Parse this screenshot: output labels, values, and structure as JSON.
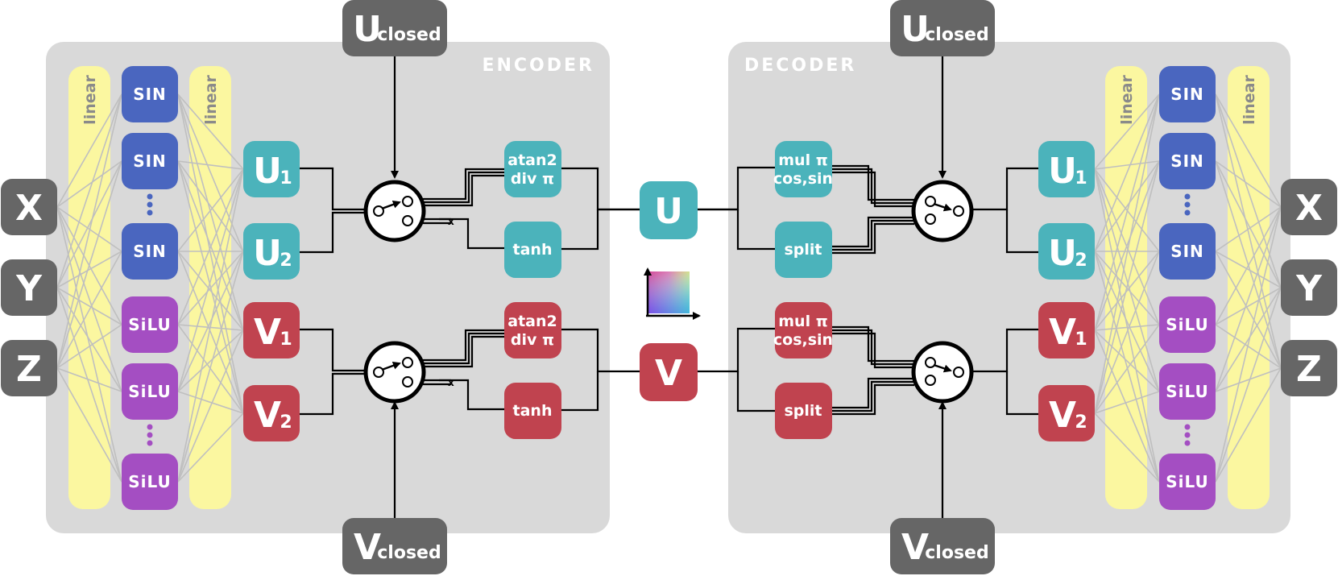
{
  "encoder": {
    "title": "ENCODER",
    "linear_label": "linear",
    "inputs": [
      "X",
      "Y",
      "Z"
    ],
    "sin_label": "SIN",
    "silu_label": "SiLU",
    "u_outputs": [
      {
        "main": "U",
        "sub": "1"
      },
      {
        "main": "U",
        "sub": "2"
      }
    ],
    "v_outputs": [
      {
        "main": "V",
        "sub": "1"
      },
      {
        "main": "V",
        "sub": "2"
      }
    ],
    "atan_lines": [
      "atan2",
      "div π"
    ],
    "tanh_label": "tanh"
  },
  "decoder": {
    "title": "DECODER",
    "linear_label": "linear",
    "outputs": [
      "X",
      "Y",
      "Z"
    ],
    "sin_label": "SIN",
    "silu_label": "SiLU",
    "u_inputs": [
      {
        "main": "U",
        "sub": "1"
      },
      {
        "main": "U",
        "sub": "2"
      }
    ],
    "v_inputs": [
      {
        "main": "V",
        "sub": "1"
      },
      {
        "main": "V",
        "sub": "2"
      }
    ],
    "mul_lines": [
      "mul π",
      "cos,sin"
    ],
    "split_label": "split"
  },
  "closed": {
    "main_u": "U",
    "main_v": "V",
    "sub": "closed"
  },
  "latent": {
    "u": "U",
    "v": "V"
  },
  "colors": {
    "panel": "#d9d9d9",
    "linear": "#fbf7a0",
    "sin": "#4a66bf",
    "silu": "#a44ec2",
    "teal": "#4bb3bb",
    "red": "#c0434f",
    "dark": "#666666"
  }
}
